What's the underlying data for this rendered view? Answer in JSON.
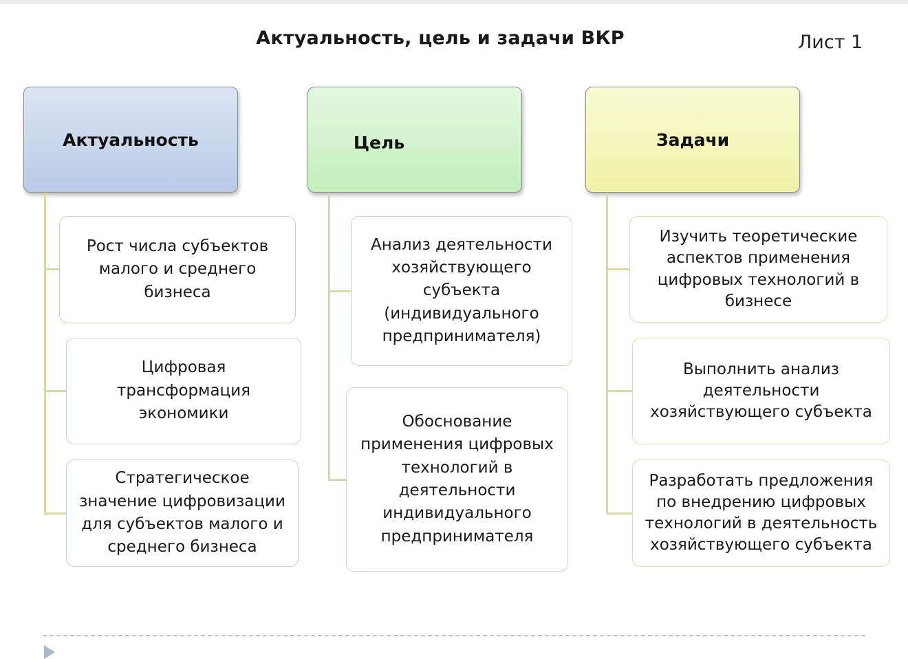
{
  "title": "Актуальность, цель и задачи ВКР",
  "sheet": "Лист 1",
  "columns": [
    {
      "header": "Актуальность",
      "items": [
        "Рост числа субъектов малого и среднего бизнеса",
        "Цифровая трансформация экономики",
        "Стратегическое значение цифровизации для субъектов малого и среднего бизнеса"
      ]
    },
    {
      "header": "Цель",
      "items": [
        "Анализ деятельности хозяйствующего субъекта (индивидуального предпринимателя)",
        "Обоснование применения цифровых технологий в деятельности индивидуального предпринимателя"
      ]
    },
    {
      "header": "Задачи",
      "items": [
        "Изучить  теоретические аспектов применения цифровых технологий в бизнесе",
        "Выполнить анализ деятельности хозяйствующего субъекта",
        "Разработать предложения по внедрению цифровых технологий в деятельность хозяйствующего субъекта"
      ]
    }
  ]
}
